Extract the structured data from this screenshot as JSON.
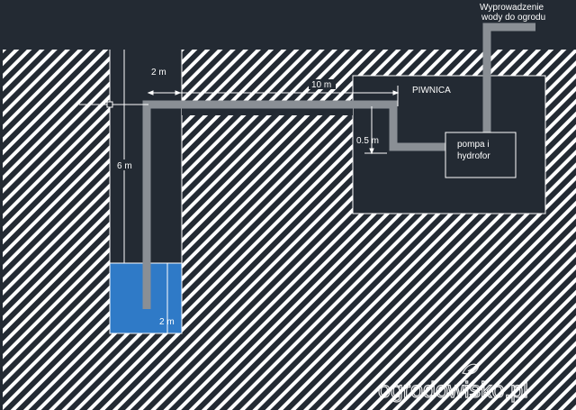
{
  "labels": {
    "garden_outlet_line1": "Wyprowadzenie",
    "garden_outlet_line2": "wody do ogrodu",
    "cellar": "PIWNICA",
    "pump_line1": "pompa i",
    "pump_line2": "hydrofor",
    "dim_horizontal_short": "2 m",
    "dim_horizontal_long": "10 m",
    "dim_depth": "6 m",
    "dim_drop": "0.5 m",
    "dim_water": "2 m",
    "watermark": "ogrodowisko.pl"
  },
  "colors": {
    "background": "#232a33",
    "hatch": "#ffffff",
    "pipe": "#8a8f95",
    "water": "#2f7ac7",
    "line": "#ffffff"
  }
}
